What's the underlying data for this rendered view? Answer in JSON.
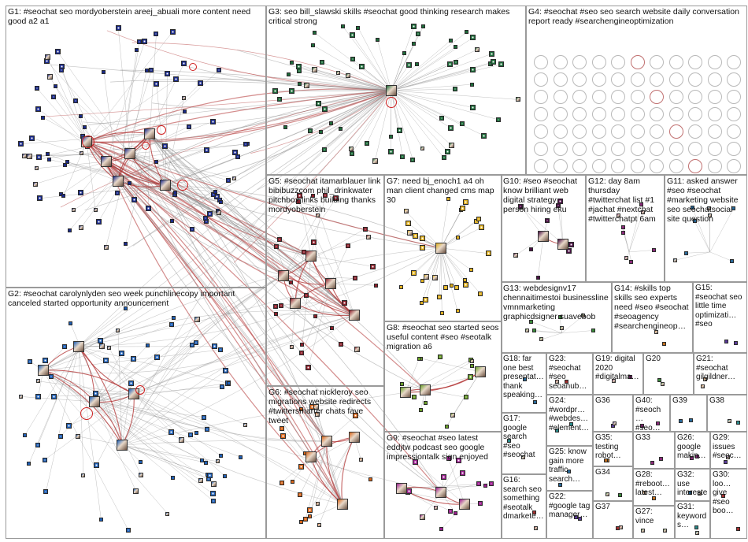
{
  "groups": [
    {
      "id": "G1",
      "label": "G1: #seochat seo mordyoberstein areej_abuali more content need good a2 a1"
    },
    {
      "id": "G2",
      "label": "G2: #seochat carolynlyden seo week punchlinecopy important canceled started opportunity announcement"
    },
    {
      "id": "G3",
      "label": "G3: seo bill_slawski skills #seochat good thinking research makes critical strong"
    },
    {
      "id": "G4",
      "label": "G4: #seochat #seo seo search website daily conversation report ready #searchengineoptimization"
    },
    {
      "id": "G5",
      "label": "G5: #seochat itamarblauer link bibibuzzcom phil_drinkwater pitchbox links building thanks mordyoberstein"
    },
    {
      "id": "G6",
      "label": "G6: #seochat nickleroy seo migrations website redirects #twittersmarter chats fave tweet"
    },
    {
      "id": "G7",
      "label": "G7: need bj_enoch1 a4 oh man client changed cms map 30"
    },
    {
      "id": "G8",
      "label": "G8: #seochat seo started seos useful content #seo #seotalk migration a6"
    },
    {
      "id": "G9",
      "label": "G9: #seochat #seo latest eddjtw podcast seo google impressiontalk sign enjoyed"
    },
    {
      "id": "G10",
      "label": "G10: #seo #seochat know brilliant web digital strategy person hiring eku"
    },
    {
      "id": "G11",
      "label": "G11: asked answer #seo #seochat #marketing website seo seochatsocial site question"
    },
    {
      "id": "G12",
      "label": "G12: day 8am thursday #twitterchat list #1 #jachat #nextchat #twitterchatpt 6am"
    },
    {
      "id": "G13",
      "label": "G13: webdesignv17 chennaitimestoi businessline vmnmarketing graphicdsigner suavebob"
    },
    {
      "id": "G14",
      "label": "G14: #skills top skills seo experts need #seo #seochat #seoagency #searchengineop…"
    },
    {
      "id": "G15",
      "label": "G15: #seochat seo little time optimizati… #seo"
    },
    {
      "id": "G16",
      "label": "G16: search seo something #seotalk dmarkete…"
    },
    {
      "id": "G17",
      "label": "G17: google search #seo #seochat"
    },
    {
      "id": "G18",
      "label": "G18: far one best presentat… thank speaking…"
    },
    {
      "id": "G19",
      "label": "G19: digital 2020 #digitalma…"
    },
    {
      "id": "G20",
      "label": "G20"
    },
    {
      "id": "G21",
      "label": "G21: #seochat gilgildner…"
    },
    {
      "id": "G22",
      "label": "G22: #google tag manager…"
    },
    {
      "id": "G23",
      "label": "G23: #seochat #seo seoanub…"
    },
    {
      "id": "G24",
      "label": "G24: #wordpr… #webdes… #element…"
    },
    {
      "id": "G25",
      "label": "G25: know gain more traffic search…"
    },
    {
      "id": "G26",
      "label": "G26: google makin…"
    },
    {
      "id": "G27",
      "label": "G27: vince"
    },
    {
      "id": "G28",
      "label": "G28: #reboot… latest…"
    },
    {
      "id": "G29",
      "label": "G29: issues #seoc…"
    },
    {
      "id": "G30",
      "label": "G30: loo… give #seo boo…"
    },
    {
      "id": "G31",
      "label": "G31: keywords…"
    },
    {
      "id": "G32",
      "label": "G32: use intereste…"
    },
    {
      "id": "G33",
      "label": "G33"
    },
    {
      "id": "G34",
      "label": "G34"
    },
    {
      "id": "G35",
      "label": "G35: testing robot…"
    },
    {
      "id": "G36",
      "label": "G36"
    },
    {
      "id": "G37",
      "label": "G37"
    },
    {
      "id": "G38",
      "label": "G38"
    },
    {
      "id": "G39",
      "label": "G39"
    },
    {
      "id": "G40",
      "label": "G40: #seoch… #seo…"
    }
  ],
  "colors": {
    "box_border": "#9a9a9a",
    "edge_gray": "#8c8c8c",
    "edge_red": "#b03030",
    "g1": "#1a2a8a",
    "g2": "#1f5fb5",
    "g3": "#1e6b3a",
    "g4": "#9a6a6a",
    "g5": "#8b1f2a",
    "g6": "#d9661a",
    "g7": "#e0b020",
    "g8": "#6aa02a",
    "g9": "#9b1f8f",
    "g10": "#4a1044"
  }
}
